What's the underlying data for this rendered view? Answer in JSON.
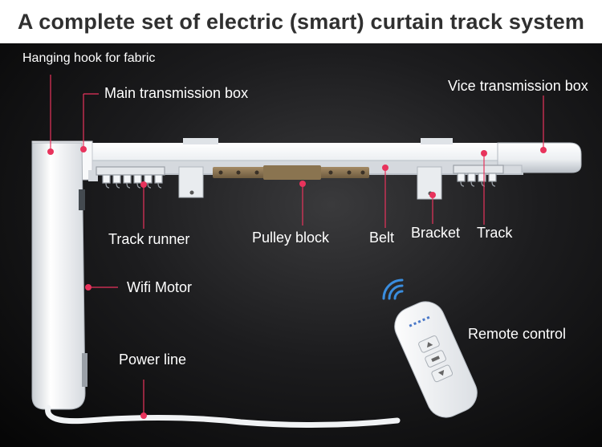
{
  "title": "A complete set of electric (smart) curtain track system",
  "labels": {
    "hanging_hook": "Hanging hook for fabric",
    "main_box": "Main transmission box",
    "vice_box": "Vice transmission box",
    "track_runner": "Track runner",
    "pulley_block": "Pulley block",
    "belt": "Belt",
    "bracket": "Bracket",
    "track": "Track",
    "wifi_motor": "Wifi Motor",
    "power_line": "Power line",
    "remote_control": "Remote control"
  },
  "colors": {
    "marker": "#e8335c",
    "title_text": "#303030",
    "label_text": "#ffffff"
  },
  "icons": [
    "wifi-signal-icon"
  ]
}
